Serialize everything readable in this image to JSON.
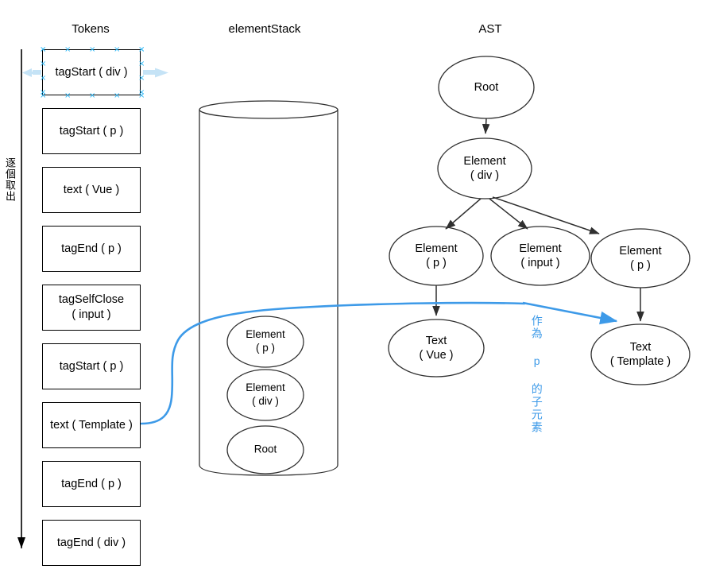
{
  "headers": {
    "tokens": "Tokens",
    "element_stack": "elementStack",
    "ast": "AST"
  },
  "annotations": {
    "left_vertical": "逐個取出",
    "blue_vertical": "作為 p 的子元素"
  },
  "colors": {
    "stroke": "#000000",
    "node_stroke": "#3f3f3f",
    "highlight_blue": "#3d9ae8",
    "selection_handle": "#29b6f6",
    "pale_blue_arrow": "#c5e3f6",
    "background": "#ffffff"
  },
  "tokens": [
    {
      "line1": "tagStart ( div )",
      "line2": "",
      "selected": true
    },
    {
      "line1": "tagStart ( p )",
      "line2": "",
      "selected": false
    },
    {
      "line1": "text ( Vue )",
      "line2": "",
      "selected": false
    },
    {
      "line1": "tagEnd ( p )",
      "line2": "",
      "selected": false
    },
    {
      "line1": "tagSelfClose",
      "line2": "( input )",
      "selected": false
    },
    {
      "line1": "tagStart ( p )",
      "line2": "",
      "selected": false
    },
    {
      "line1": "text ( Template )",
      "line2": "",
      "selected": false
    },
    {
      "line1": "tagEnd ( p )",
      "line2": "",
      "selected": false
    },
    {
      "line1": "tagEnd ( div )",
      "line2": "",
      "selected": false
    }
  ],
  "element_stack": {
    "items": [
      {
        "line1": "Element",
        "line2": "( p )"
      },
      {
        "line1": "Element",
        "line2": "( div )"
      },
      {
        "line1": "Root",
        "line2": ""
      }
    ]
  },
  "ast": {
    "nodes": [
      {
        "id": "root",
        "line1": "Root",
        "line2": ""
      },
      {
        "id": "el-div",
        "line1": "Element",
        "line2": "( div )"
      },
      {
        "id": "el-p-1",
        "line1": "Element",
        "line2": "( p )"
      },
      {
        "id": "el-input",
        "line1": "Element",
        "line2": "( input )"
      },
      {
        "id": "el-p-2",
        "line1": "Element",
        "line2": "( p )"
      },
      {
        "id": "text-vue",
        "line1": "Text",
        "line2": "( Vue )"
      },
      {
        "id": "text-tmpl",
        "line1": "Text",
        "line2": "( Template )"
      }
    ]
  }
}
